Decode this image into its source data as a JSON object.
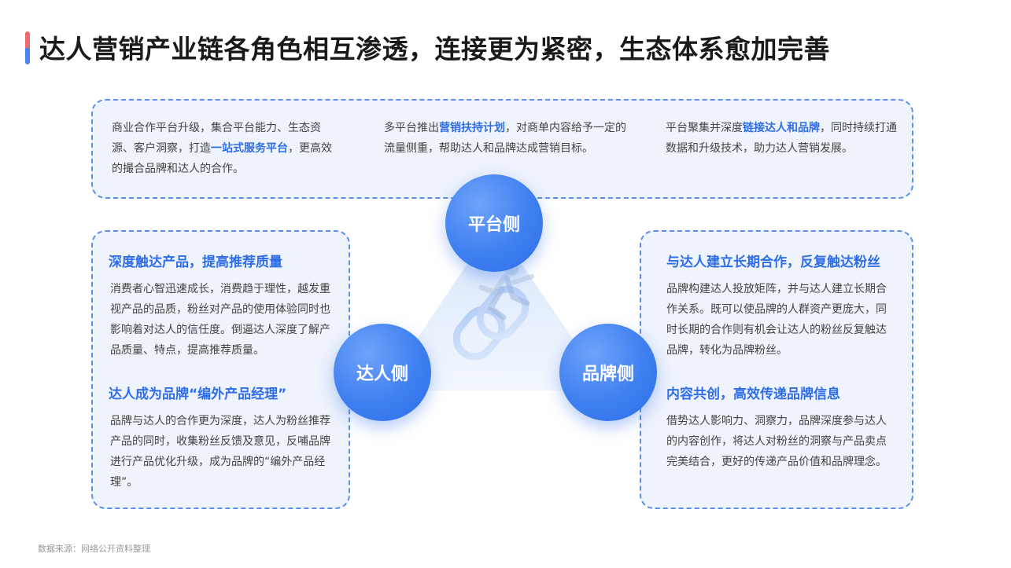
{
  "title": "达人营销产业链各角色相互渗透，连接更为紧密，生态体系愈加完善",
  "colors": {
    "accent": "#2f6ee8",
    "title_bar_top": "#ee6a6a",
    "title_bar_bottom": "#4a86f0",
    "box_bg": "#eef3fc"
  },
  "top_box": {
    "col1": {
      "pre": "商业合作平台升级，集合平台能力、生态资源、客户洞察，打造",
      "hl": "一站式服务平台",
      "post": "，更高效的撮合品牌和达人的合作。"
    },
    "col2": {
      "pre": "多平台推出",
      "hl": "营销扶持计划",
      "post": "，对商单内容给予一定的流量侧重，帮助达人和品牌达成营销目标。"
    },
    "col3": {
      "pre": "平台聚集并深度",
      "hl": "链接达人和品牌",
      "post": "，同时持续打通数据和升级技术，助力达人营销发展。"
    }
  },
  "circles": {
    "platform": "平台侧",
    "creator": "达人侧",
    "brand": "品牌侧"
  },
  "left_box": {
    "s1_title": "深度触达产品，提高推荐质量",
    "s1_text": "消费者心智迅速成长，消费趋于理性，越发重视产品的品质，粉丝对产品的使用体验同时也影响着对达人的信任度。倒逼达人深度了解产品质量、特点，提高推荐质量。",
    "s2_title": "达人成为品牌“编外产品经理”",
    "s2_text": "品牌与达人的合作更为深度，达人为粉丝推荐产品的同时，收集粉丝反馈及意见，反哺品牌进行产品优化升级，成为品牌的“编外产品经理”。"
  },
  "right_box": {
    "s1_title": "与达人建立长期合作，反复触达粉丝",
    "s1_text": "品牌构建达人投放矩阵，并与达人建立长期合作关系。既可以使品牌的人群资产更庞大，同时长期的合作则有机会让达人的粉丝反复触达品牌，转化为品牌粉丝。",
    "s2_title": "内容共创，高效传递品牌信息",
    "s2_text": "借势达人影响力、洞察力，品牌深度参与达人的内容创作，将达人对粉丝的洞察与产品卖点完美结合，更好的传递产品价值和品牌理念。"
  },
  "footer": "数据来源：网络公开资料整理"
}
